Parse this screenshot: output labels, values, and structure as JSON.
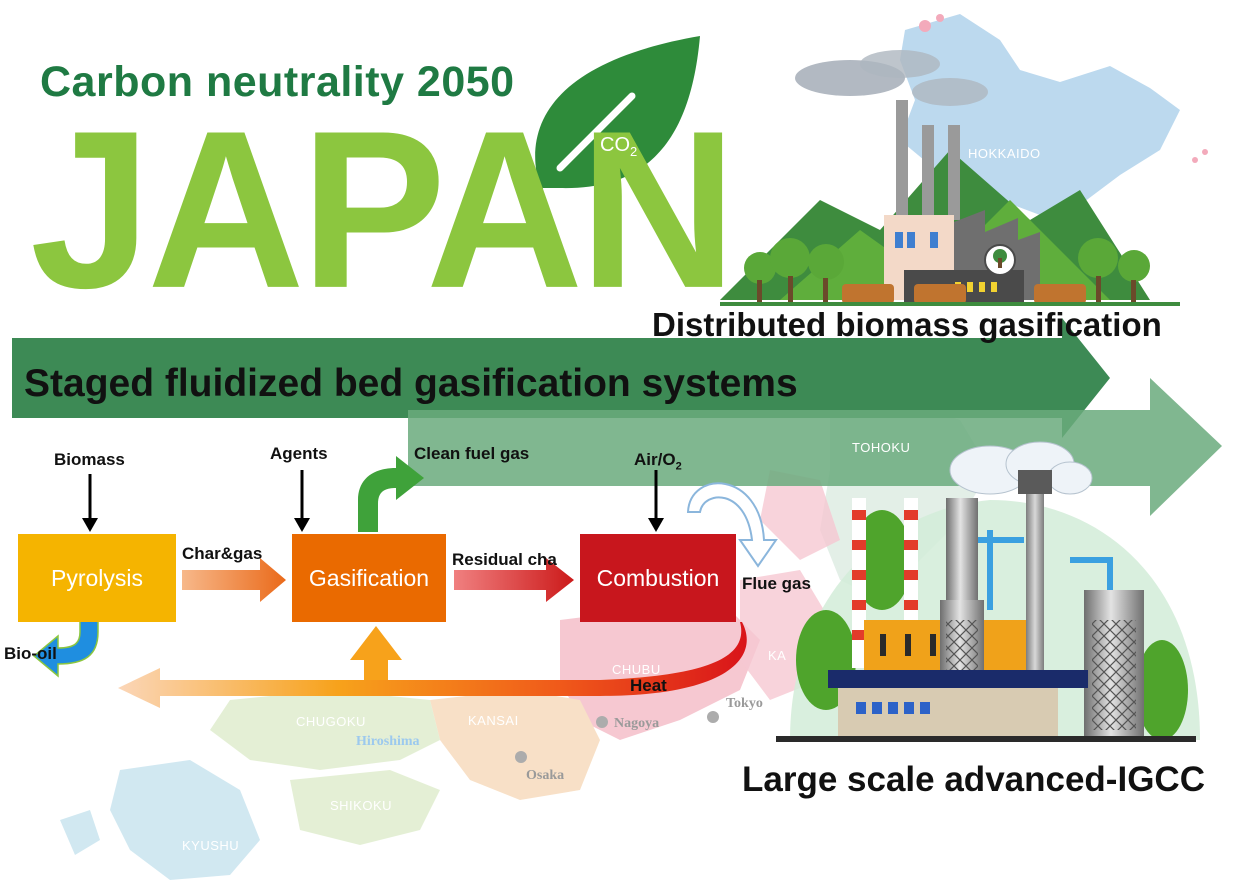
{
  "header": {
    "subtitle": "Carbon neutrality 2050",
    "country": "JAPAN",
    "leaf_label": "CO",
    "leaf_label_sub": "2"
  },
  "banners": {
    "distributed": "Distributed biomass gasification",
    "staged": "Staged fluidized bed gasification systems",
    "igcc": "Large scale advanced-IGCC"
  },
  "process": {
    "boxes": {
      "pyrolysis": "Pyrolysis",
      "gasification": "Gasification",
      "combustion": "Combustion"
    },
    "labels": {
      "biomass": "Biomass",
      "agents": "Agents",
      "air": "Air/O",
      "air_sub": "2",
      "clean_fuel_gas": "Clean fuel gas",
      "char_gas": "Char&gas",
      "residual_char": "Residual cha",
      "flue_gas": "Flue gas",
      "bio_oil": "Bio-oil",
      "heat": "Heat"
    }
  },
  "map": {
    "regions": {
      "hokkaido": "HOKKAIDO",
      "tohoku": "TOHOKU",
      "chubu": "CHUBU",
      "kanto": "KA",
      "chugoku": "CHUGOKU",
      "kansai": "KANSAI",
      "shikoku": "SHIKOKU",
      "kyushu": "KYUSHU"
    },
    "cities": {
      "tokyo": "Tokyo",
      "nagoya": "Nagoya",
      "osaka": "Osaka",
      "hiroshima": "Hiroshima"
    }
  },
  "colors": {
    "japan_text": "#8cc63f",
    "subtitle_text": "#1f7a43",
    "leaf": "#2e8b3a",
    "banner_dark": "#3d8a55",
    "banner_light": "#7fb58c",
    "pyrolysis": "#f5b400",
    "gasification": "#ea6a00",
    "combustion": "#c8161d"
  }
}
